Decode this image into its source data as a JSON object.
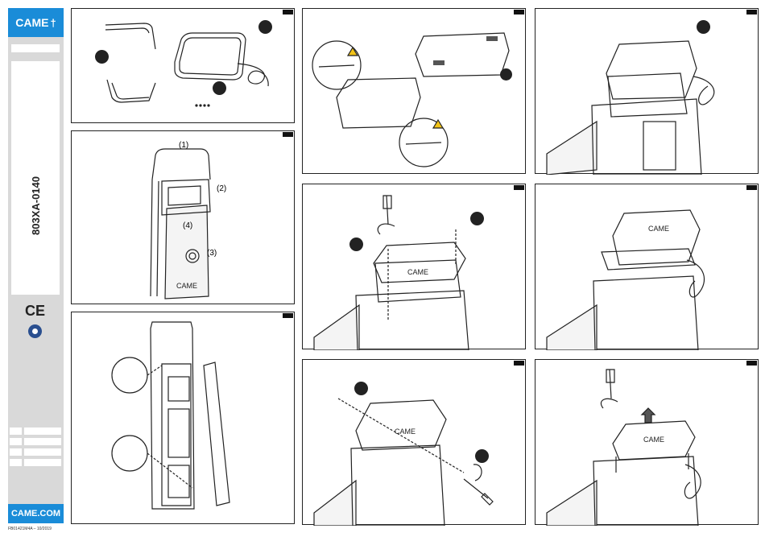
{
  "sidebar": {
    "brand": "CAME",
    "brand_mark": "†",
    "document_code": "803XA-0140",
    "ce_mark": "CE",
    "website": "CAME.COM",
    "footer_code": "FB01421M4A – 10/2019"
  },
  "steps": {
    "one": "1",
    "two": "2",
    "three": "3",
    "four": "4"
  },
  "panel_label": "CAME",
  "colors": {
    "brand_blue": "#1a8cd8",
    "sidebar_gray": "#d9d9d9",
    "warning_yellow": "#f2c318"
  }
}
